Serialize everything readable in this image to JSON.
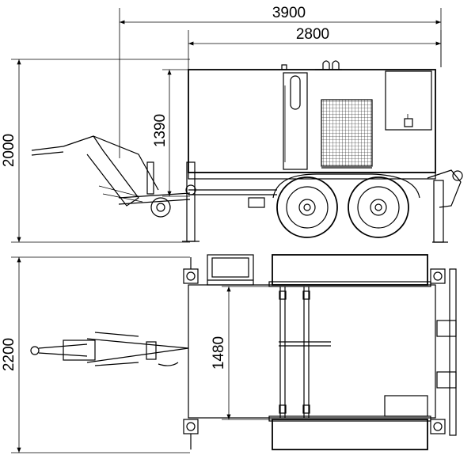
{
  "dimensions": {
    "overall_length": "3900",
    "body_length": "2800",
    "overall_height": "2000",
    "body_height": "1390",
    "overall_width": "2200",
    "track_width": "1480"
  },
  "colors": {
    "line": "#000000",
    "background": "#ffffff"
  }
}
